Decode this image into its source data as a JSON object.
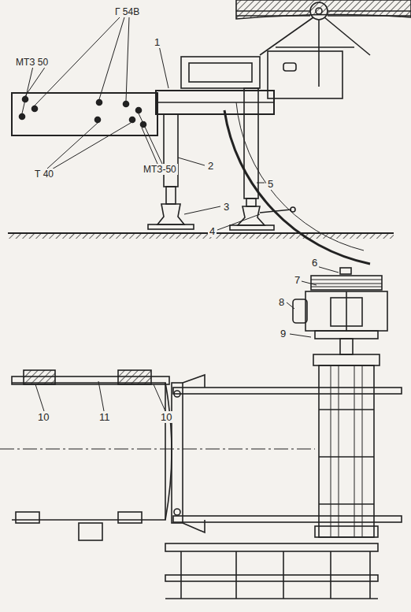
{
  "diagram": {
    "labels": [
      "МТЗ 50",
      "Г 54В",
      "Т 40",
      "МТЗ-50",
      "1",
      "2",
      "3",
      "4",
      "5",
      "6",
      "7",
      "8",
      "9",
      "10",
      "11",
      "10"
    ]
  }
}
